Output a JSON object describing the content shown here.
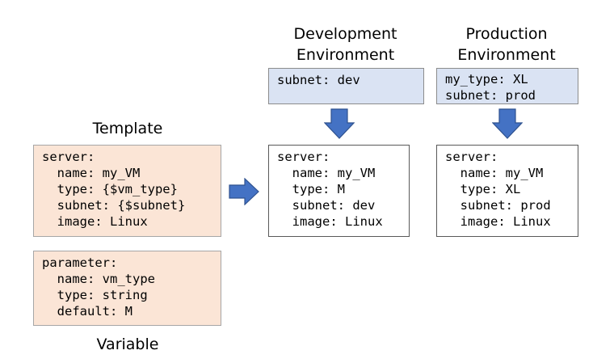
{
  "labels": {
    "template": "Template",
    "variable": "Variable",
    "dev_env": [
      "Development",
      "Environment"
    ],
    "prod_env": [
      "Production",
      "Environment"
    ]
  },
  "template_box": {
    "lines": [
      "server:",
      "  name: my_VM",
      "  type: {$vm_type}",
      "  subnet: {$subnet}",
      "  image: Linux"
    ]
  },
  "variable_box": {
    "lines": [
      "parameter:",
      "  name: vm_type",
      "  type: string",
      "  default: M"
    ]
  },
  "dev_params_box": {
    "lines": [
      "subnet: dev"
    ]
  },
  "prod_params_box": {
    "lines": [
      "my_type: XL",
      "subnet: prod"
    ]
  },
  "dev_result_box": {
    "lines": [
      "server:",
      "  name: my_VM",
      "  type: M",
      "  subnet: dev",
      "  image: Linux"
    ]
  },
  "prod_result_box": {
    "lines": [
      "server:",
      "  name: my_VM",
      "  type: XL",
      "  subnet: prod",
      "  image: Linux"
    ]
  },
  "colors": {
    "template_fill": "#fbe5d6",
    "env_fill": "#dae3f3",
    "arrow_fill": "#4472c4",
    "arrow_stroke": "#2f528f"
  }
}
